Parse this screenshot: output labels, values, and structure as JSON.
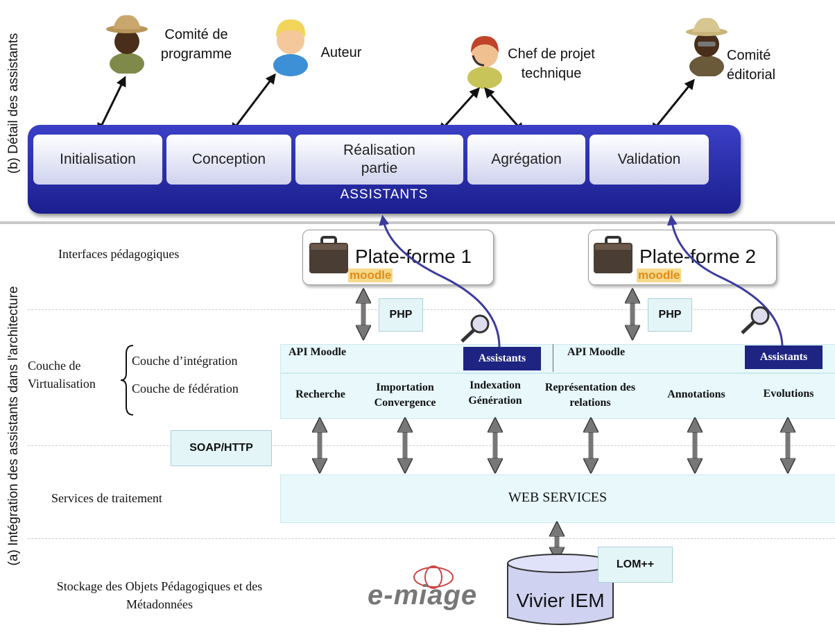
{
  "side_labels": {
    "top": "(b) Détail des assistants",
    "bottom": "(a) Intégration des assistants dans l'architecture"
  },
  "actors": [
    {
      "label": "Comité de programme",
      "icon": "reviewer-person-icon"
    },
    {
      "label": "Auteur",
      "icon": "author-person-icon"
    },
    {
      "label": "Chef de projet technique",
      "icon": "headset-person-icon"
    },
    {
      "label": "Comité éditorial",
      "icon": "editor-person-icon"
    }
  ],
  "assistants": {
    "title": "ASSISTANTS",
    "steps": [
      "Initialisation",
      "Conception",
      "Réalisation partie",
      "Agrégation",
      "Validation"
    ]
  },
  "layers": {
    "interfaces": "Interfaces pédagogiques",
    "virtualisation": "Couche de Virtualisation",
    "integration": "Couche d’intégration",
    "federation": "Couche de fédération",
    "services": "Services de traitement",
    "storage": "Stockage des Objets Pédagogiques et des Métadonnées"
  },
  "platforms": [
    {
      "title": "Plate-forme 1",
      "logo": "moodle"
    },
    {
      "title": "Plate-forme 2",
      "logo": "moodle"
    }
  ],
  "notes": {
    "php": "PHP",
    "soap": "SOAP/HTTP",
    "lom": "LOM++"
  },
  "integration_band": {
    "api1": "API Moodle",
    "api2": "API Moodle",
    "assistants": "Assistants"
  },
  "federation_cells": [
    "Recherche",
    "Importation Convergence",
    "Indexation Génération",
    "Représentation des relations",
    "Annotations",
    "Evolutions"
  ],
  "web_services": "WEB SERVICES",
  "vivier": "Vivier IEM",
  "emiage_logo": "e-miage",
  "colors": {
    "assistant_bar": "#2a2ea8",
    "band": "#e8f8fb",
    "assist_button": "#1e2482",
    "arrow_blue": "#3b3b9e"
  }
}
